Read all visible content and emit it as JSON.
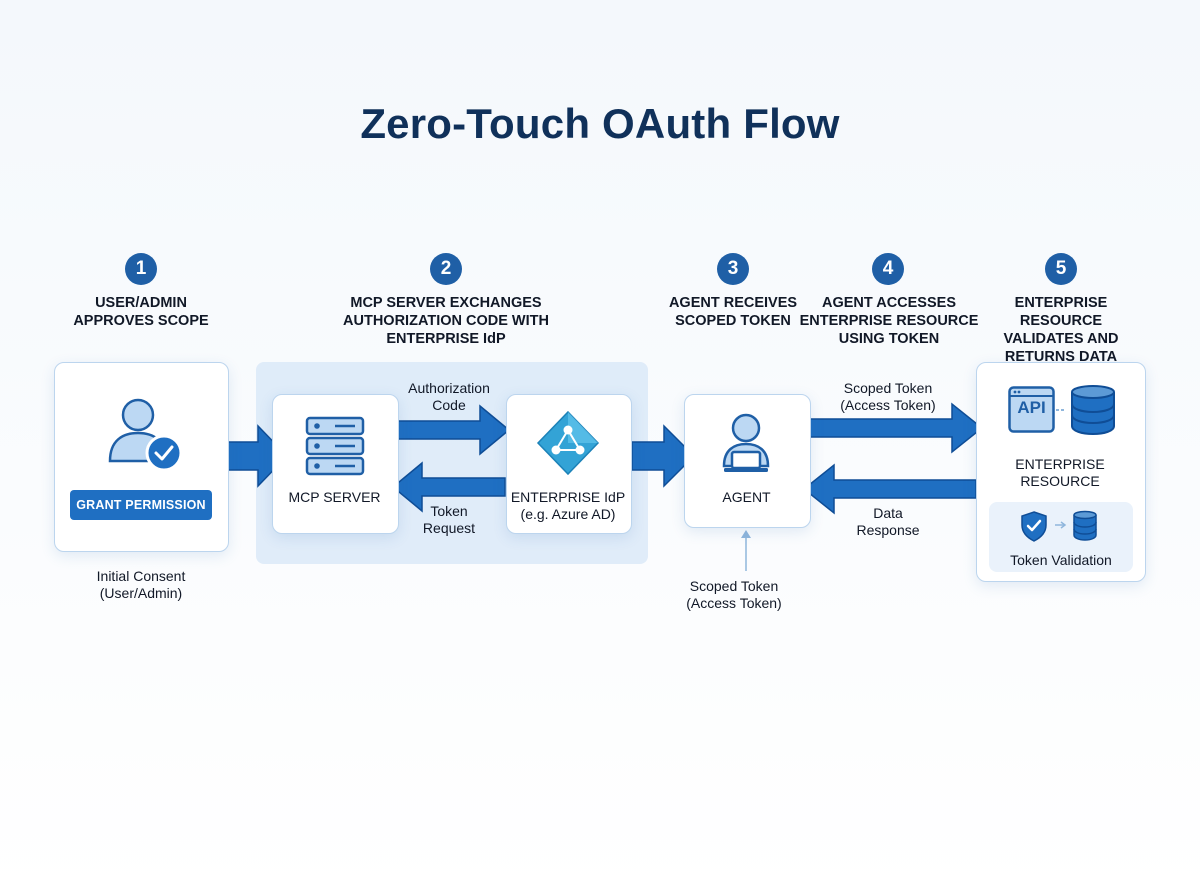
{
  "title": "Zero-Touch OAuth Flow",
  "steps": [
    {
      "num": "1",
      "label_lines": [
        "USER/ADMIN",
        "APPROVES SCOPE"
      ]
    },
    {
      "num": "2",
      "label_lines": [
        "MCP SERVER EXCHANGES",
        "AUTHORIZATION CODE WITH",
        "ENTERPRISE IdP"
      ]
    },
    {
      "num": "3",
      "label_lines": [
        "AGENT RECEIVES",
        "SCOPED TOKEN"
      ]
    },
    {
      "num": "4",
      "label_lines": [
        "AGENT ACCESSES",
        "ENTERPRISE RESOURCE",
        "USING TOKEN"
      ]
    },
    {
      "num": "5",
      "label_lines": [
        "ENTERPRISE RESOURCE",
        "VALIDATES AND",
        "RETURNS DATA"
      ]
    }
  ],
  "nodes": {
    "user": {
      "button_label": "GRANT PERMISSION",
      "caption_lines": [
        "Initial Consent",
        "(User/Admin)"
      ]
    },
    "mcp_server": {
      "label": "MCP SERVER"
    },
    "idp": {
      "label_lines": [
        "ENTERPRISE IdP",
        "(e.g. Azure AD)"
      ]
    },
    "agent": {
      "label": "AGENT"
    },
    "resource": {
      "api_text": "API",
      "label_lines": [
        "ENTERPRISE",
        "RESOURCE"
      ],
      "validation_label": "Token Validation"
    }
  },
  "flows": {
    "auth_code": [
      "Authorization",
      "Code"
    ],
    "token_request": [
      "Token",
      "Request"
    ],
    "scoped_token_top": [
      "Scoped Token",
      "(Access Token)"
    ],
    "data_response": [
      "Data",
      "Response"
    ],
    "scoped_token_bottom": [
      "Scoped Token",
      "(Access Token)"
    ]
  },
  "colors": {
    "arrow": "#1f6fc2",
    "arrow_dark": "#0f4d96",
    "step_badge": "#1f5fa6",
    "title": "#10315a",
    "icon_fill": "#bcd8f3",
    "icon_stroke": "#1f5fa6",
    "diamond": "#33a3d6"
  },
  "icons": [
    "user-check-icon",
    "server-stack-icon",
    "azure-ad-diamond-icon",
    "laptop-user-icon",
    "api-icon",
    "database-icon",
    "shield-check-icon"
  ]
}
